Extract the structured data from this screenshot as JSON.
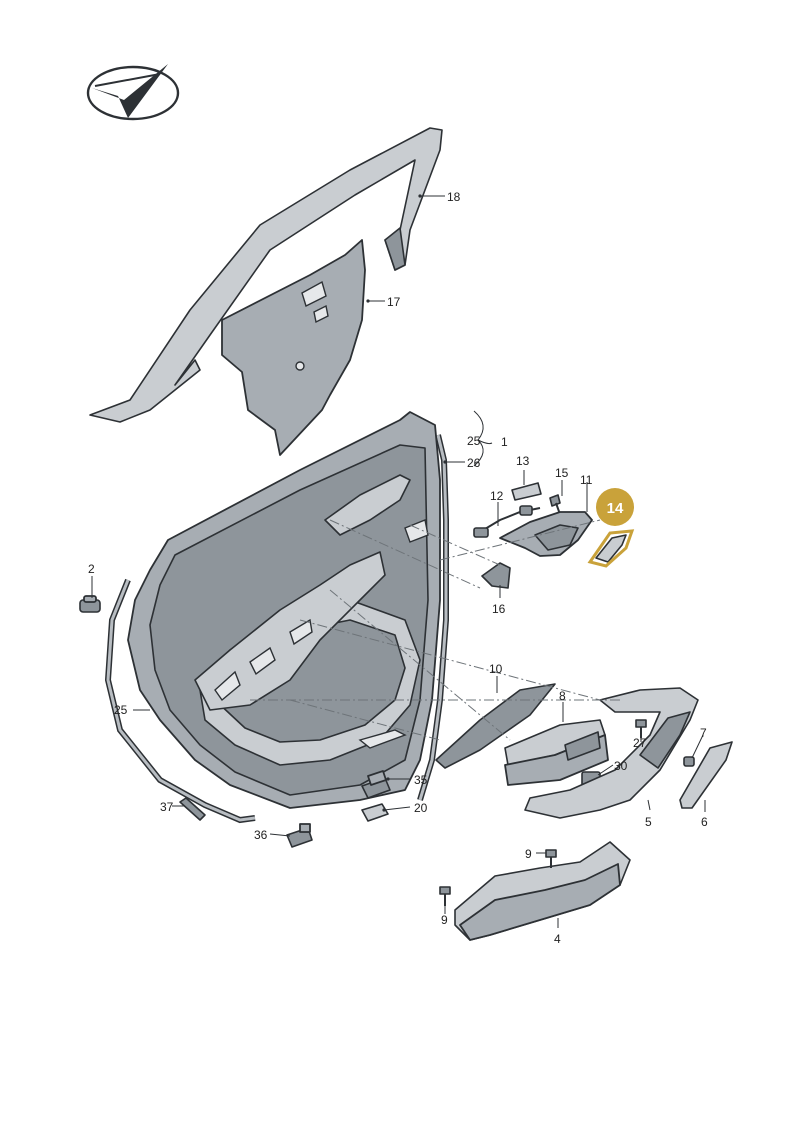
{
  "callouts": [
    {
      "id": "1",
      "text": "1"
    },
    {
      "id": "2",
      "text": "2"
    },
    {
      "id": "4",
      "text": "4"
    },
    {
      "id": "5",
      "text": "5"
    },
    {
      "id": "6",
      "text": "6"
    },
    {
      "id": "7",
      "text": "7"
    },
    {
      "id": "8",
      "text": "8"
    },
    {
      "id": "9a",
      "text": "9"
    },
    {
      "id": "9b",
      "text": "9"
    },
    {
      "id": "10",
      "text": "10"
    },
    {
      "id": "11",
      "text": "11"
    },
    {
      "id": "12",
      "text": "12"
    },
    {
      "id": "13",
      "text": "13"
    },
    {
      "id": "14",
      "text": "14"
    },
    {
      "id": "15",
      "text": "15"
    },
    {
      "id": "16",
      "text": "16"
    },
    {
      "id": "17",
      "text": "17"
    },
    {
      "id": "18",
      "text": "18"
    },
    {
      "id": "20",
      "text": "20"
    },
    {
      "id": "25a",
      "text": "25"
    },
    {
      "id": "25b",
      "text": "25"
    },
    {
      "id": "26",
      "text": "26"
    },
    {
      "id": "27",
      "text": "27"
    },
    {
      "id": "30",
      "text": "30"
    },
    {
      "id": "35",
      "text": "35"
    },
    {
      "id": "36",
      "text": "36"
    },
    {
      "id": "37",
      "text": "37"
    }
  ],
  "highlight": {
    "part": "14",
    "color": "#c9a23a"
  },
  "logo": {
    "icon": "checkmark-arrow-logo-icon"
  }
}
